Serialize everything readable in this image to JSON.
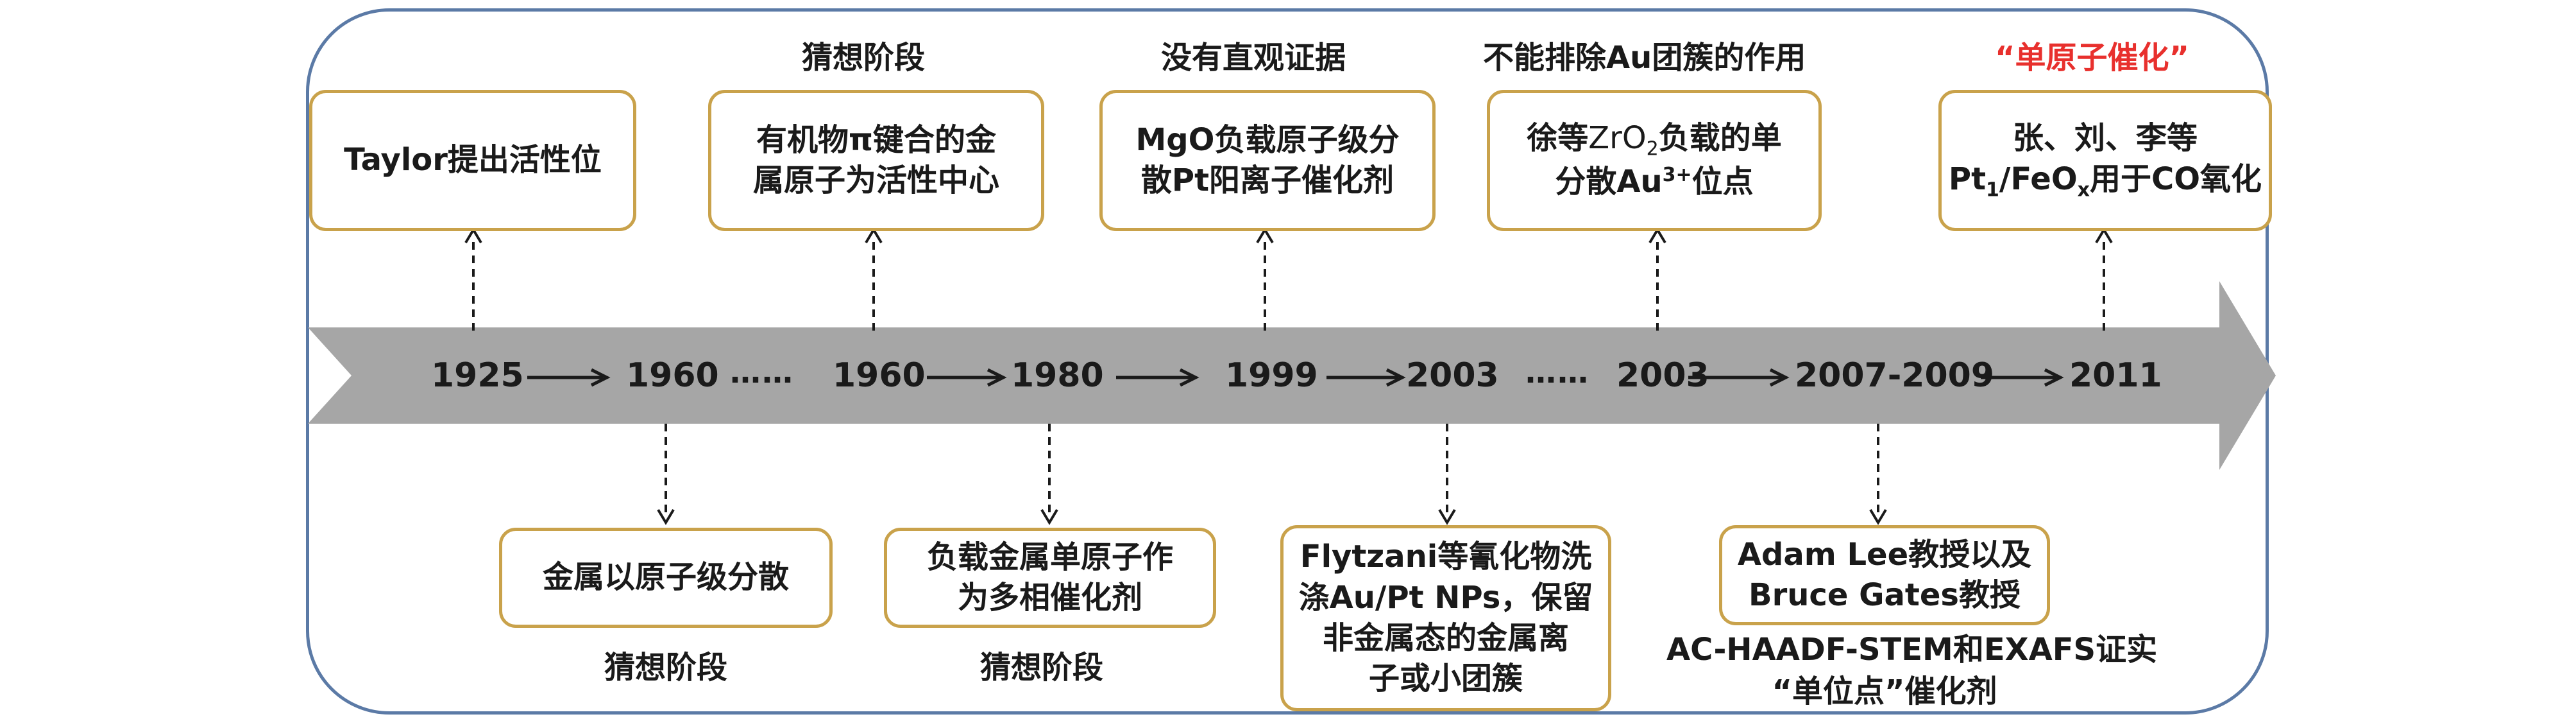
{
  "timeline": {
    "years": [
      "1925",
      "1960",
      "1960",
      "1980",
      "1999",
      "2003",
      "2003",
      "2007-2009",
      "2011"
    ],
    "ellipsis": "……"
  },
  "top": {
    "stage1": "猜想阶段",
    "stage2": "没有直观证据",
    "stage3": "不能排除Au团簇的作用",
    "stage4": "“单原子催化”",
    "box1": "Taylor提出活性位",
    "box2_l1": "有机物π键合的金",
    "box2_l2": "属原子为活性中心",
    "box3_l1": "MgO负载原子级分",
    "box3_l2": "散Pt阳离子催化剂",
    "box4_a": "徐等",
    "box4_zr": "ZrO",
    "box4_sub": "2",
    "box4_b": "负载的单",
    "box4_l2a": "分散Au",
    "box4_sup": "3+",
    "box4_l2b": "位点",
    "box5_l1": "张、刘、李等",
    "box5_pt": "Pt",
    "box5_sub1": "1",
    "box5_feo": "/FeO",
    "box5_subx": "x",
    "box5_rest": "用于CO氧化"
  },
  "bottom": {
    "box1": "金属以原子级分散",
    "label1": "猜想阶段",
    "box2_l1": "负载金属单原子作",
    "box2_l2": "为多相催化剂",
    "label2": "猜想阶段",
    "box3_l1": "Flytzani等氰化物洗",
    "box3_l2": "涤Au/Pt NPs，保留",
    "box3_l3": "非金属态的金属离",
    "box3_l4": "子或小团簇",
    "box4_l1": "Adam Lee教授以及",
    "box4_l2": "Bruce Gates教授",
    "label4_l1": "AC-HAADF-STEM和EXAFS证实",
    "label4_l2": "“单位点”催化剂"
  },
  "colors": {
    "frame": "#5b7aa6",
    "box_border": "#c9a24b",
    "arrow_fill": "#a6a6a6",
    "highlight": "#e8302d"
  }
}
